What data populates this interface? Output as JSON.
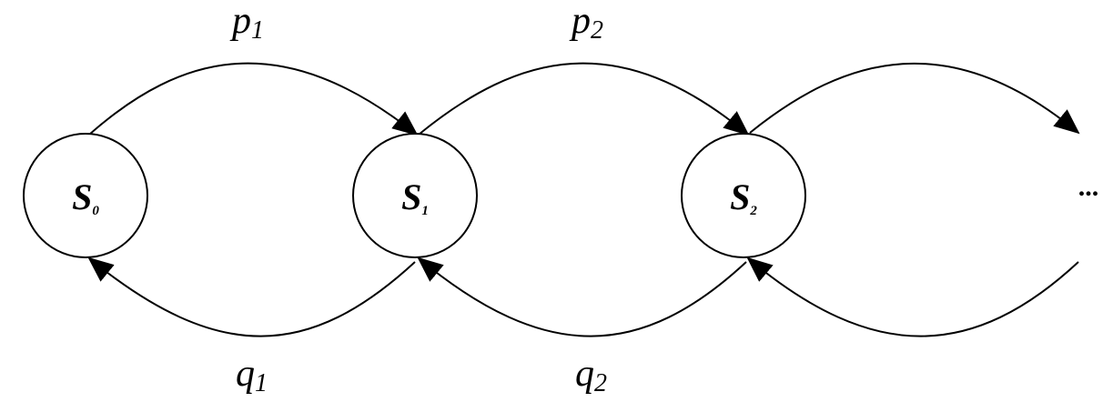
{
  "states": [
    {
      "main": "S",
      "sub": "0"
    },
    {
      "main": "S",
      "sub": "1"
    },
    {
      "main": "S",
      "sub": "2"
    }
  ],
  "forward_labels": [
    {
      "main": "p",
      "sub": "1"
    },
    {
      "main": "p",
      "sub": "2"
    }
  ],
  "backward_labels": [
    {
      "main": "q",
      "sub": "1"
    },
    {
      "main": "q",
      "sub": "2"
    }
  ],
  "continuation": "..."
}
